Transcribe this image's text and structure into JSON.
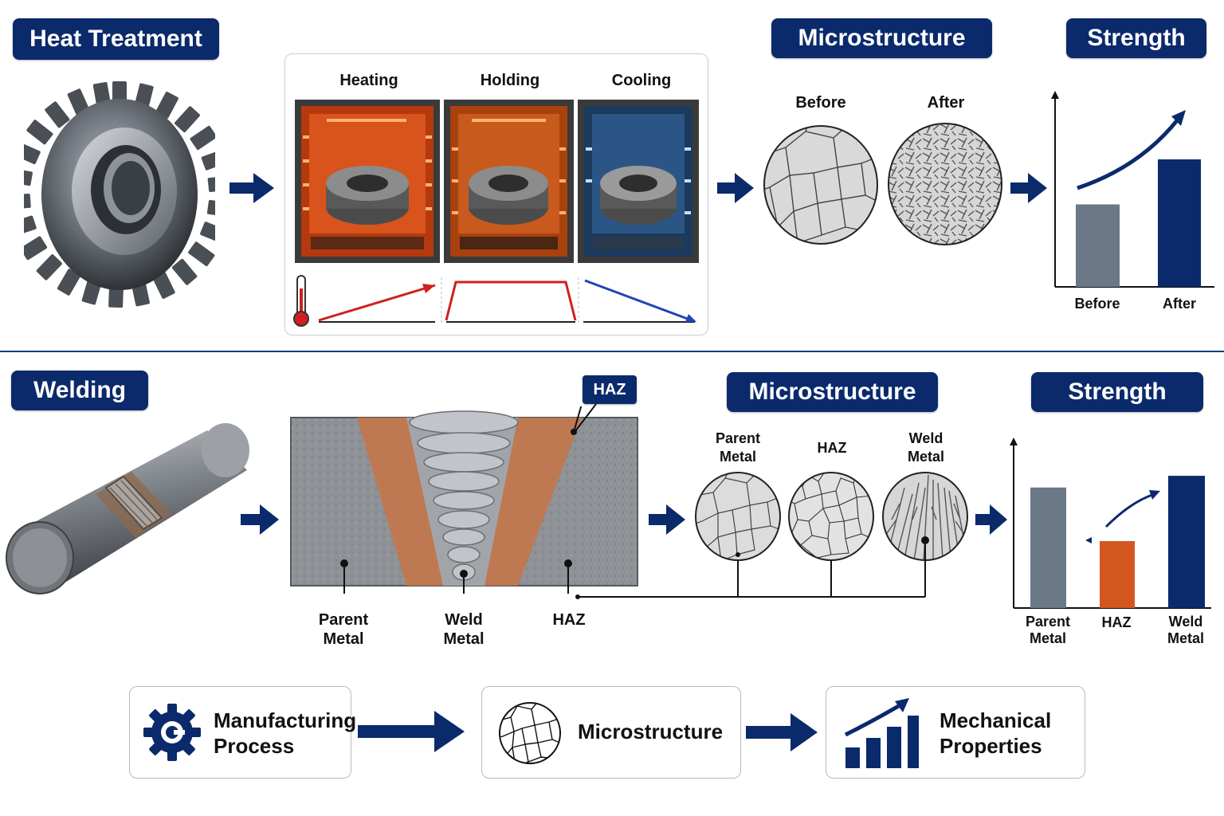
{
  "heat_treatment": {
    "title": "Heat Treatment",
    "stages": [
      "Heating",
      "Holding",
      "Cooling"
    ],
    "microstructure_title": "Microstructure",
    "micro_labels": [
      "Before",
      "After"
    ],
    "strength_title": "Strength",
    "chart_labels": [
      "Before",
      "After"
    ]
  },
  "welding": {
    "title": "Welding",
    "callout": "HAZ",
    "zone_labels": {
      "parent": [
        "Parent",
        "Metal"
      ],
      "weld": [
        "Weld",
        "Metal"
      ],
      "haz": "HAZ"
    },
    "microstructure_title": "Microstructure",
    "micro_labels": {
      "parent": [
        "Parent",
        "Metal"
      ],
      "haz": "HAZ",
      "weld": [
        "Weld",
        "Metal"
      ]
    },
    "strength_title": "Strength",
    "chart_labels": {
      "parent": [
        "Parent",
        "Metal"
      ],
      "haz": "HAZ",
      "weld": [
        "Weld",
        "Metal"
      ]
    }
  },
  "flow": {
    "process": [
      "Manufacturing",
      "Process"
    ],
    "micro": "Microstructure",
    "properties": [
      "Mechanical",
      "Properties"
    ]
  },
  "colors": {
    "navy": "#0b2a6b",
    "heating": "#d9471a",
    "cooling": "#1d4f8a",
    "bar_before": "#6b7888",
    "bar_haz": "#d2571f"
  },
  "chart_data": [
    {
      "type": "bar",
      "categories": [
        "Before",
        "After"
      ],
      "values": [
        0.55,
        0.85
      ],
      "title": "Strength"
    },
    {
      "type": "bar",
      "categories": [
        "Parent Metal",
        "HAZ",
        "Weld Metal"
      ],
      "values": [
        0.72,
        0.4,
        0.79
      ],
      "title": "Strength"
    }
  ]
}
